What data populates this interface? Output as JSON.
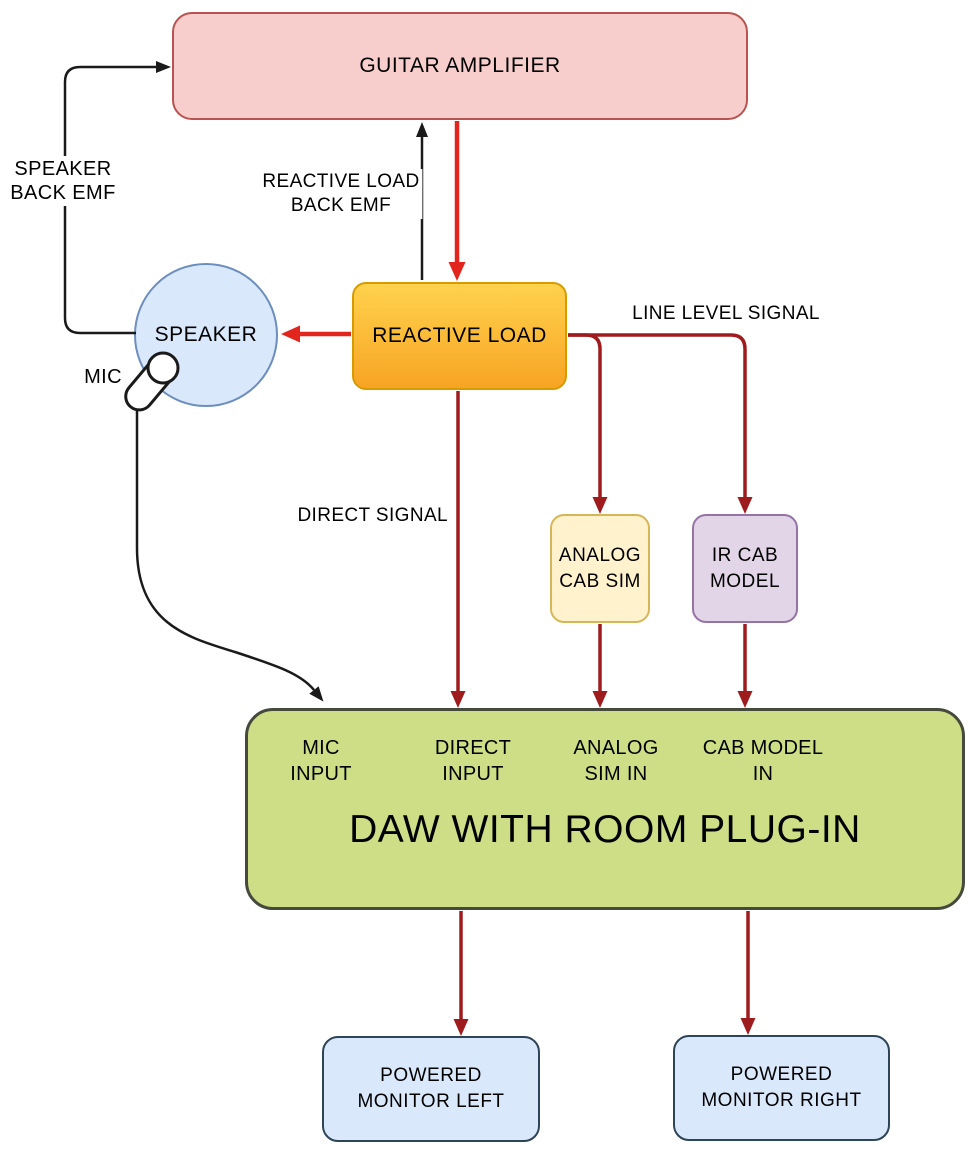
{
  "colors": {
    "line_black": "#1a1a1a",
    "bright_red": "#e3261d",
    "dark_red": "#9e1c1e",
    "amp_fill": "#f8cecc",
    "amp_stroke": "#b85450",
    "blue_fill": "#dae8fc",
    "blue_stroke": "#6c8ebf",
    "monitor_stroke": "#2e4457",
    "orange_top": "#ffd24d",
    "orange_bottom": "#f7a423",
    "orange_stroke": "#d79b00",
    "yellow_fill": "#fff2cc",
    "yellow_stroke": "#d6b656",
    "purple_fill": "#e1d5e7",
    "purple_stroke": "#9673a6",
    "green_fill": "#cdde87",
    "green_stroke": "#454a3c"
  },
  "nodes": {
    "guitar_amplifier": "GUITAR AMPLIFIER",
    "speaker": "SPEAKER",
    "reactive_load": "REACTIVE LOAD",
    "analog_cab_sim": {
      "line1": "ANALOG",
      "line2": "CAB SIM"
    },
    "ir_cab_model": {
      "line1": "IR CAB",
      "line2": "MODEL"
    },
    "daw": {
      "title": "DAW WITH ROOM PLUG-IN",
      "inputs": [
        {
          "line1": "MIC",
          "line2": "INPUT"
        },
        {
          "line1": "DIRECT",
          "line2": "INPUT"
        },
        {
          "line1": "ANALOG",
          "line2": "SIM IN"
        },
        {
          "line1": "CAB MODEL",
          "line2": "IN"
        }
      ]
    },
    "powered_monitor_left": {
      "line1": "POWERED",
      "line2": "MONITOR LEFT"
    },
    "powered_monitor_right": {
      "line1": "POWERED",
      "line2": "MONITOR RIGHT"
    }
  },
  "edge_labels": {
    "speaker_back_emf": {
      "line1": "SPEAKER",
      "line2": "BACK EMF"
    },
    "reactive_load_back_emf": {
      "line1": "REACTIVE LOAD",
      "line2": "BACK EMF"
    },
    "line_level_signal": "LINE LEVEL SIGNAL",
    "direct_signal": "DIRECT SIGNAL",
    "mic": "MIC"
  },
  "icons": {
    "mic_icon": "capsule-microphone-pointing-at-speaker"
  }
}
